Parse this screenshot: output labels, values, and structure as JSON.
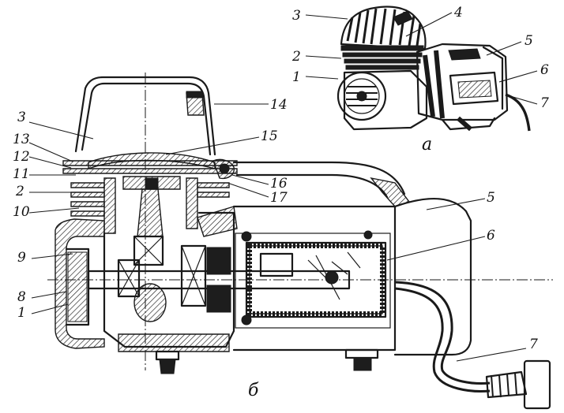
{
  "figure": {
    "caption_a": "а",
    "caption_b": "б",
    "labels_a": [
      "3",
      "4",
      "2",
      "1",
      "5",
      "6",
      "7"
    ],
    "labels_b": [
      "3",
      "14",
      "13",
      "15",
      "12",
      "11",
      "16",
      "17",
      "2",
      "10",
      "5",
      "6",
      "9",
      "8",
      "1",
      "7"
    ]
  }
}
